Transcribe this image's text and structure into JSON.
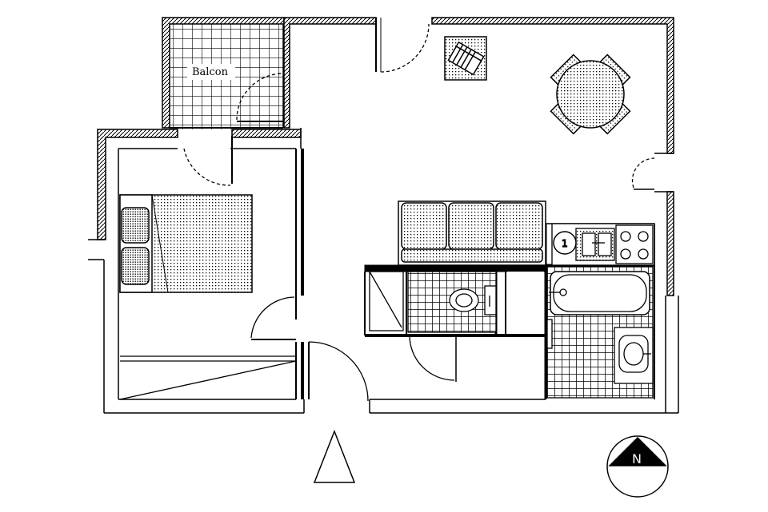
{
  "plan": {
    "balcony_label": "Balcon",
    "fixture_number": "1",
    "north_label": "N"
  },
  "icons": [
    "entrance-arrow-icon",
    "north-compass-icon"
  ]
}
